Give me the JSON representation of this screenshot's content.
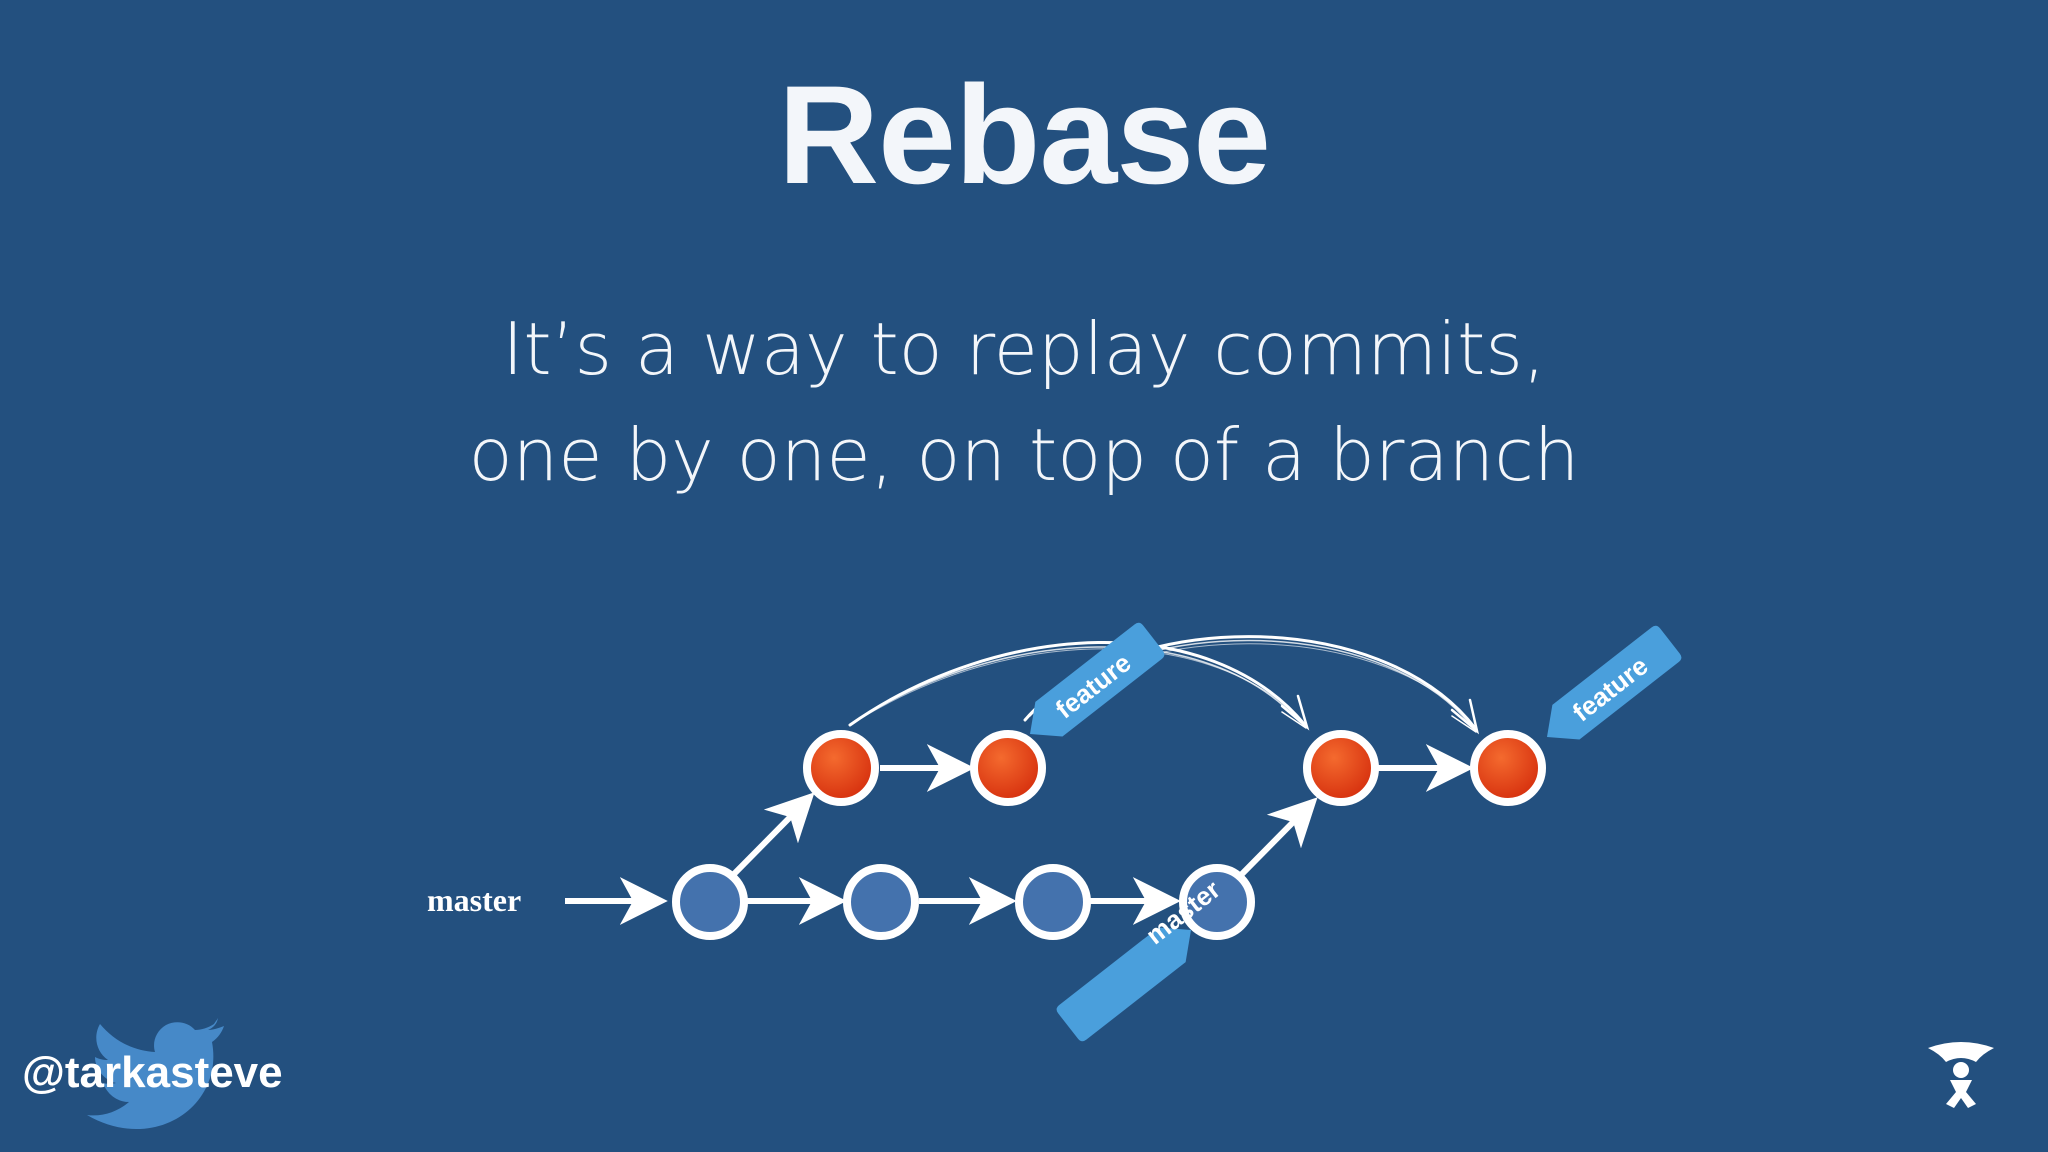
{
  "slide": {
    "title": "Rebase",
    "subtitle_lines": [
      "It’s a way to replay commits,",
      "one by one, on top of a branch"
    ],
    "handle": "@tarkasteve"
  },
  "diagram": {
    "start_label": "master",
    "tag_feature_old": "feature",
    "tag_feature_new": "feature",
    "tag_master": "master"
  },
  "colors": {
    "background": "#23507f",
    "commit_blue": "#4472ad",
    "commit_red": "#e03a10",
    "tag_blue": "#4a9fdc",
    "line_white": "#ffffff"
  },
  "icons": [
    "twitter-bird-icon",
    "atlassian-logo-icon"
  ]
}
